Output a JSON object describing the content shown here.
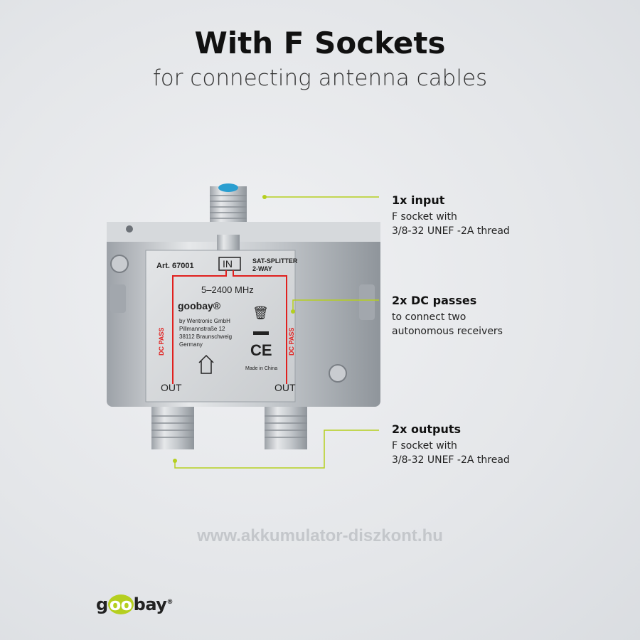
{
  "header": {
    "title": "With F Sockets",
    "subtitle": "for connecting antenna cables"
  },
  "callouts": [
    {
      "heading": "1x input",
      "lines": [
        "F socket with",
        "3/8-32 UNEF -2A thread"
      ]
    },
    {
      "heading": "2x DC passes",
      "lines": [
        "to connect two",
        "autonomous receivers"
      ]
    },
    {
      "heading": "2x outputs",
      "lines": [
        "F socket with",
        "3/8-32 UNEF -2A thread"
      ]
    }
  ],
  "device_label": {
    "art": "Art. 67001",
    "in": "IN",
    "type_line1": "SAT-SPLITTER",
    "type_line2": "2-WAY",
    "frequency": "5–2400 MHz",
    "brand": "goobay®",
    "address": [
      "by Wentronic GmbH",
      "Pillmannstraße 12",
      "38112 Braunschweig",
      "Germany"
    ],
    "dc_pass": "DC PASS",
    "out": "OUT",
    "made_in": "Made in China"
  },
  "watermark": "www.akkumulator-diszkont.hu",
  "logo": {
    "g": "g",
    "oo": "oo",
    "bay": "bay",
    "reg": "®"
  },
  "colors": {
    "accent": "#b5cf1f",
    "line_red": "#e0201e"
  }
}
